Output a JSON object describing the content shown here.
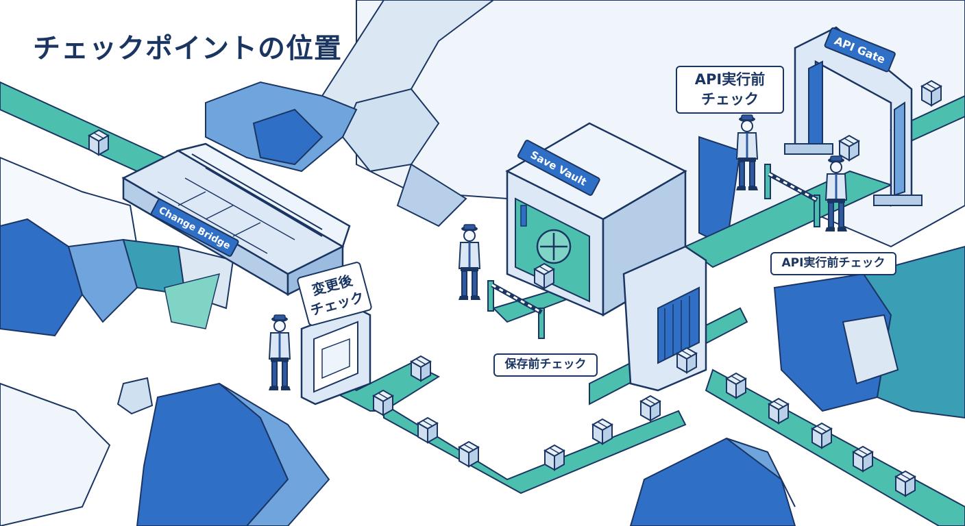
{
  "title": "チェックポイントの位置",
  "structures": {
    "bridge": "Change Bridge",
    "vault": "Save Vault",
    "gate": "API Gate"
  },
  "labels": {
    "after_change": [
      "変更後",
      "チェック"
    ],
    "before_save": "保存前チェック",
    "before_api_callout": [
      "API実行前",
      "チェック"
    ],
    "before_api_tag": "API実行前チェック"
  },
  "colors": {
    "ink": "#1b3563",
    "conveyor": "#4dbfae",
    "blue": "#2f6fc6",
    "teal_dark": "#3a9fb5",
    "pale": "#dde9f5",
    "background": "#ffffff"
  }
}
